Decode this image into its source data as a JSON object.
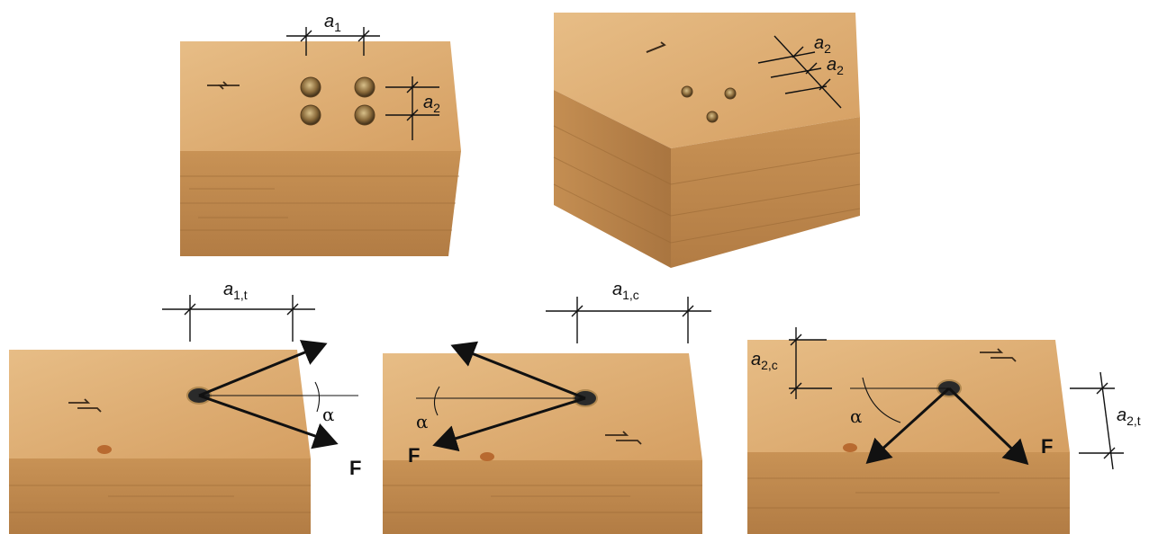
{
  "labels": {
    "a1": {
      "main": "a",
      "sub": "1"
    },
    "a2_top": {
      "main": "a",
      "sub": "2"
    },
    "a2_right1": {
      "main": "a",
      "sub": "2"
    },
    "a2_right2": {
      "main": "a",
      "sub": "2"
    },
    "a1t": {
      "main": "a",
      "sub": "1,t"
    },
    "a1c": {
      "main": "a",
      "sub": "1,c"
    },
    "a2c": {
      "main": "a",
      "sub": "2,c"
    },
    "a2t": {
      "main": "a",
      "sub": "2,t"
    },
    "alpha": "α",
    "force": "F"
  },
  "colors": {
    "wood_top": "#d9a66a",
    "wood_top_light": "#e6bb84",
    "wood_side": "#c08a4f",
    "wood_side_dark": "#a8733e",
    "screw": "#3a3a3a",
    "screw_rim": "#b08850"
  }
}
